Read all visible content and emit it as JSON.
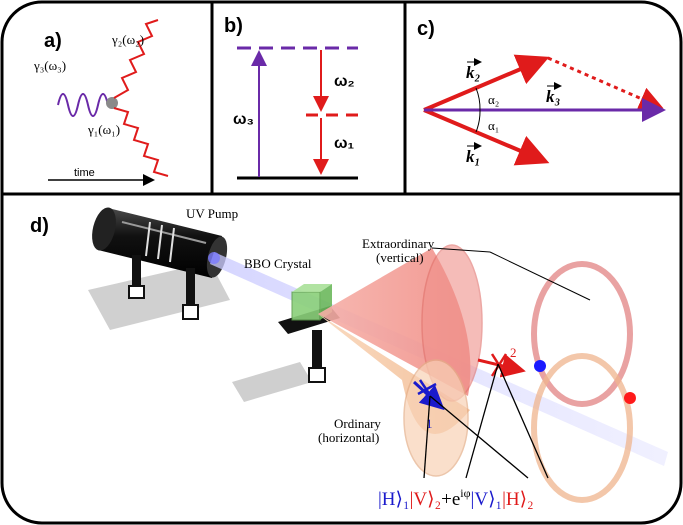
{
  "panel_a": {
    "label": "a)",
    "gamma3": "γ₃(ω₃)",
    "gamma2": "γ₂(ω₂)",
    "gamma1": "γ₁(ω₁)",
    "time_label": "time"
  },
  "panel_b": {
    "label": "b)",
    "omega3": "ω₃",
    "omega2": "ω₂",
    "omega1": "ω₁"
  },
  "panel_c": {
    "label": "c)",
    "k2": "k₂",
    "k3": "k₃",
    "k1": "k₁",
    "alpha2": "α₂",
    "alpha1": "α₁"
  },
  "panel_d": {
    "label": "d)",
    "uv_pump": "UV Pump",
    "bbo_crystal": "BBO Crystal",
    "extraordinary": "Extraordinary",
    "vertical": "(vertical)",
    "ordinary": "Ordinary",
    "horizontal": "(horizontal)",
    "beam1": "1",
    "beam2": "2",
    "state_H1": "|H⟩₁",
    "state_V2": "|V⟩₂",
    "state_phase": "+e",
    "state_phase_sup": "iφ",
    "state_V1": "|V⟩₁",
    "state_H2": "|H⟩₂"
  },
  "colors": {
    "purple": "#6a2aa8",
    "red": "#e01b1b",
    "blue": "#1a1acc",
    "cone_pink": "#f4a6a0",
    "cone_peach": "#f6c9a6"
  }
}
